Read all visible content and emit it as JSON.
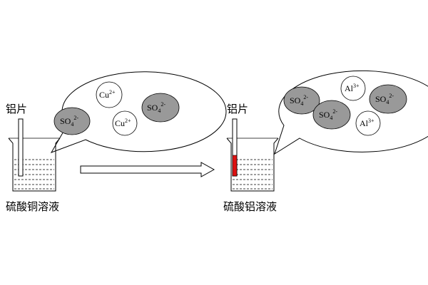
{
  "left": {
    "strip_label": "铝片",
    "solution_label": "硫酸铜溶液",
    "ions": [
      {
        "name": "SO",
        "sub": "4",
        "sup": "2-",
        "kind": "sulfate"
      },
      {
        "name": "Cu",
        "sub": "",
        "sup": "2+",
        "kind": "metal"
      },
      {
        "name": "Cu",
        "sub": "",
        "sup": "2+",
        "kind": "metal"
      },
      {
        "name": "SO",
        "sub": "4",
        "sup": "2-",
        "kind": "sulfate"
      }
    ]
  },
  "right": {
    "strip_label": "铝片",
    "solution_label": "硫酸铝溶液",
    "ions": [
      {
        "name": "SO",
        "sub": "4",
        "sup": "2-",
        "kind": "sulfate"
      },
      {
        "name": "Al",
        "sub": "",
        "sup": "3+",
        "kind": "metal"
      },
      {
        "name": "SO",
        "sub": "4",
        "sup": "2-",
        "kind": "sulfate"
      },
      {
        "name": "SO",
        "sub": "4",
        "sup": "2-",
        "kind": "sulfate"
      },
      {
        "name": "Al",
        "sub": "",
        "sup": "3+",
        "kind": "metal"
      }
    ]
  },
  "colors": {
    "sulfate_fill": "#999999",
    "metal_fill": "#ffffff",
    "copper_deposit": "#dd1111",
    "line": "#000000"
  }
}
